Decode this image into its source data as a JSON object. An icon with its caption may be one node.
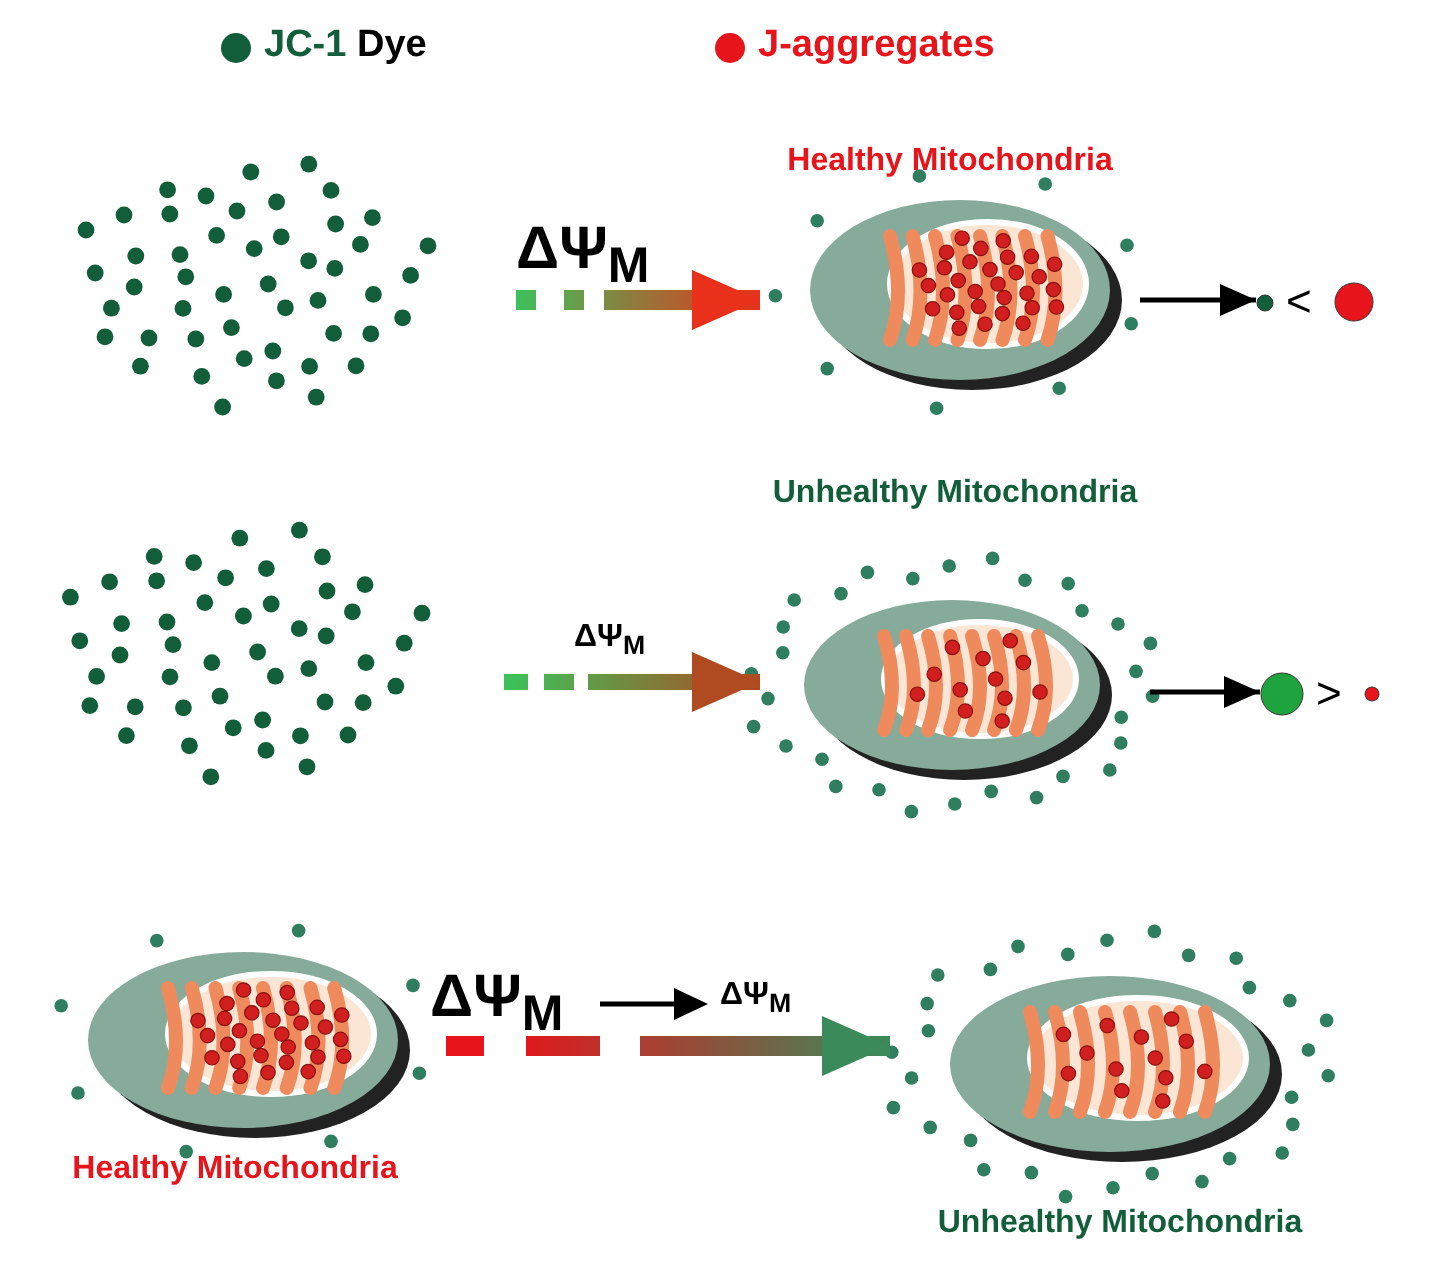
{
  "diagram": {
    "nodes": [
      {
        "text": [],
        "shape": "picture"
      },
      {
        "text": [
          "Healthy Mitochondria"
        ]
      },
      {
        "text": [
          "<"
        ]
      },
      {
        "text": [],
        "shape": "picture"
      },
      {
        "text": [
          "Unhealthy Mitochondria"
        ]
      },
      {
        "text": [
          ">"
        ]
      },
      {
        "text": [
          "Healthy Mitochondria"
        ]
      },
      {
        "text": [
          "Unhealthy Mitochondria"
        ]
      }
    ],
    "edges": [
      {
        "from": 0,
        "to": 1,
        "arrow": "to",
        "label": "ΔΨ$_{M}$",
        "style": "thick"
      },
      {
        "from": 1,
        "to": 2,
        "arrow": "to"
      },
      {
        "from": 3,
        "to": 4,
        "arrow": "to",
        "label": "ΔΨ$_{M}$",
        "style": "thick"
      },
      {
        "from": 4,
        "to": 5,
        "arrow": "to"
      },
      {
        "from": 6,
        "to": 7,
        "arrow": "to",
        "label": "ΔΨ$_{M}$",
        "style": "thick"
      }
    ],
    "labels": [
      "ΔΨ$_{M}$"
    ],
    "legend": [
      {
        "text": "JC-1 Dye",
        "color": "#135e3a"
      },
      {
        "text": "J-aggregates",
        "color": "#e8141b"
      }
    ]
  }
}
